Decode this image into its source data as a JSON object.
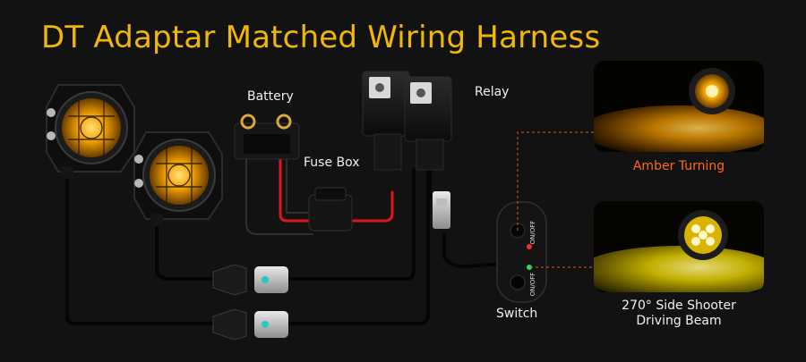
{
  "title": "DT Adaptar Matched Wiring Harness",
  "labels": {
    "battery": "Battery",
    "relay": "Relay",
    "fuse_box": "Fuse Box",
    "switch": "Switch",
    "switch_on_off_top": "ON/OFF",
    "switch_on_off_bottom": "ON/OFF"
  },
  "modes": [
    {
      "label": "Amber Turning",
      "color": "#ff6a13"
    },
    {
      "label_line1": "270° Side Shooter",
      "label_line2": "Driving Beam",
      "color": "#ffffff"
    }
  ],
  "colors": {
    "title": "#f2b705",
    "wire_red": "#e0161b",
    "amber_light": "#ffb000",
    "dotted_line": "#e05a1a"
  }
}
